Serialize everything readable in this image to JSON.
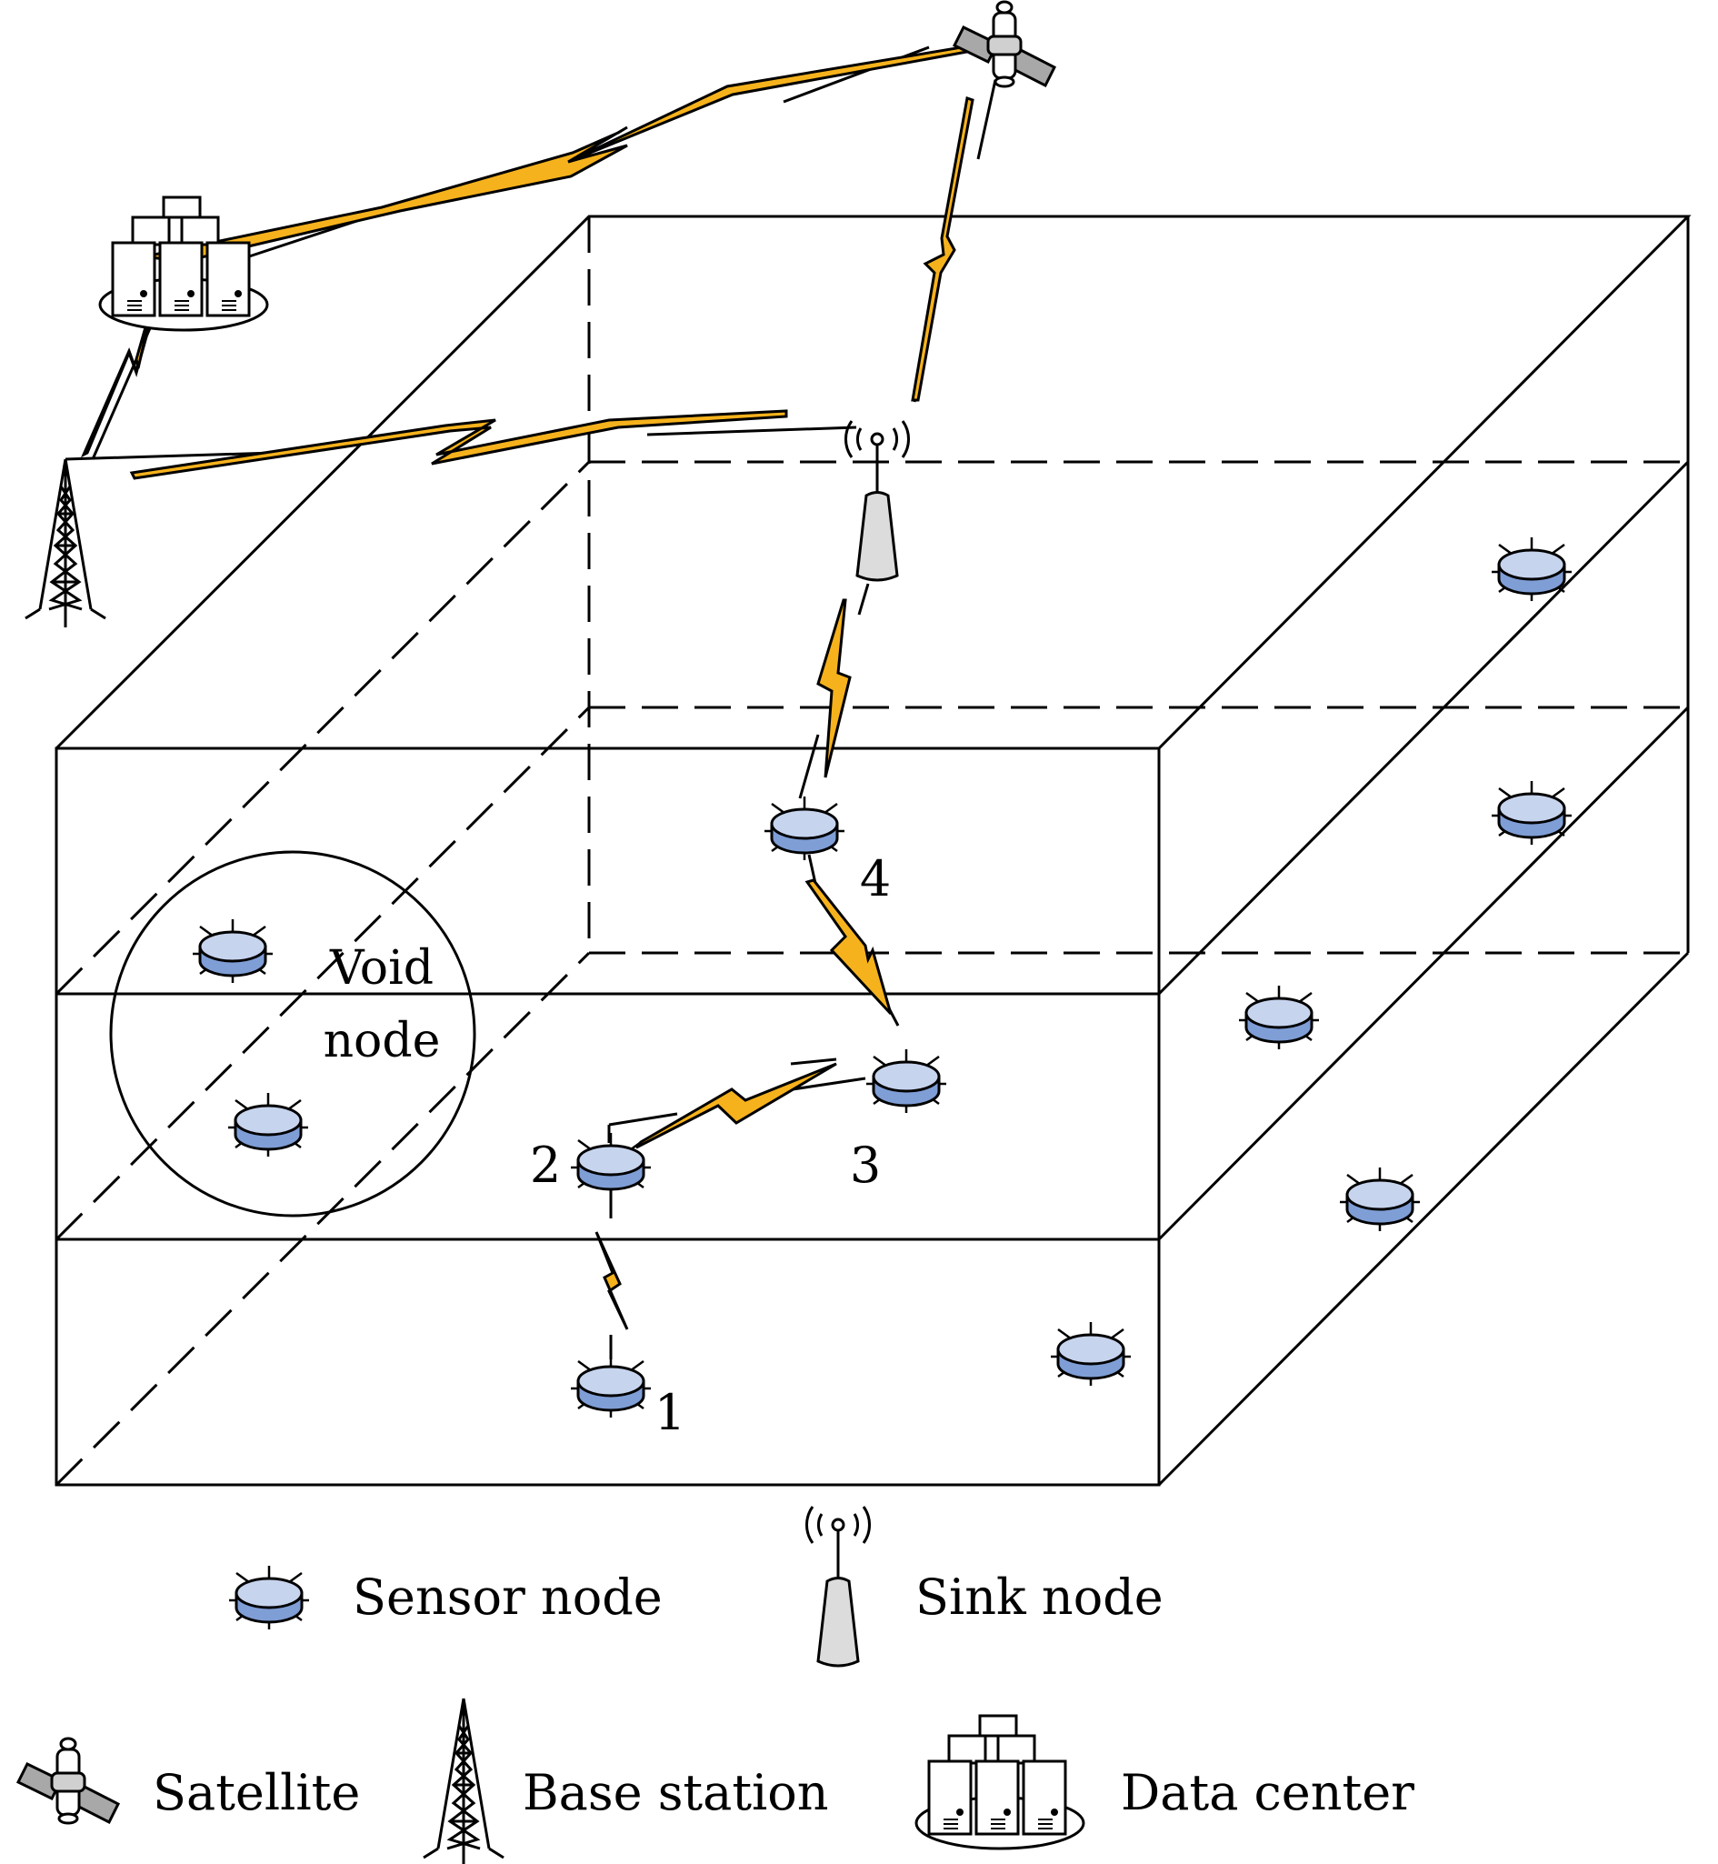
{
  "colors": {
    "stroke": "#000000",
    "lightning": "#f6b21c",
    "node_top": "#c7d4ee",
    "node_side": "#7f9ed6",
    "sink_body": "#dcdcdc",
    "satellite_panel": "#a8a8a8"
  },
  "void_label": {
    "line1": "Void",
    "line2": "node"
  },
  "path_labels": [
    "1",
    "2",
    "3",
    "4"
  ],
  "legend": {
    "sensor_node": "Sensor node",
    "sink_node": "Sink node",
    "satellite": "Satellite",
    "base_station": "Base station",
    "data_center": "Data center"
  },
  "icons": {
    "sensor": "sensor-node-icon",
    "sink": "sink-node-icon",
    "satellite": "satellite-icon",
    "base_station": "base-station-tower-icon",
    "data_center": "data-center-servers-icon",
    "link": "lightning-link-icon"
  }
}
